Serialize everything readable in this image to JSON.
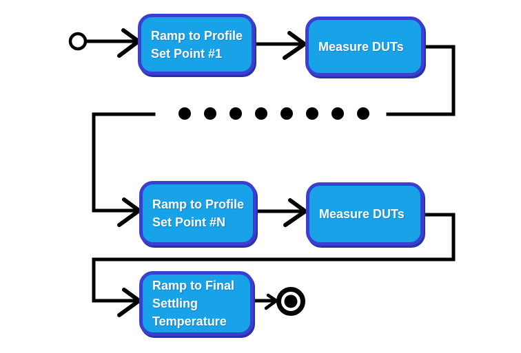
{
  "colors": {
    "background": "#FFFFFF",
    "node_fill": "#18A2E8",
    "node_border": "#3B3FD1",
    "node_shadow": "#2B2FA8",
    "node_text": "#FFFFFF",
    "line": "#000000"
  },
  "nodes": {
    "start": {
      "type": "initial-state"
    },
    "ramp1": {
      "label": "Ramp to Profile\nSet Point #1"
    },
    "measure1": {
      "label": "Measure DUTs"
    },
    "ellipsis": {
      "dot_count": 8
    },
    "rampN": {
      "label": "Ramp to Profile\nSet Point #N"
    },
    "measureN": {
      "label": "Measure DUTs"
    },
    "rampFinal": {
      "label": "Ramp to Final\nSettling\nTemperature"
    },
    "end": {
      "type": "final-state"
    }
  }
}
